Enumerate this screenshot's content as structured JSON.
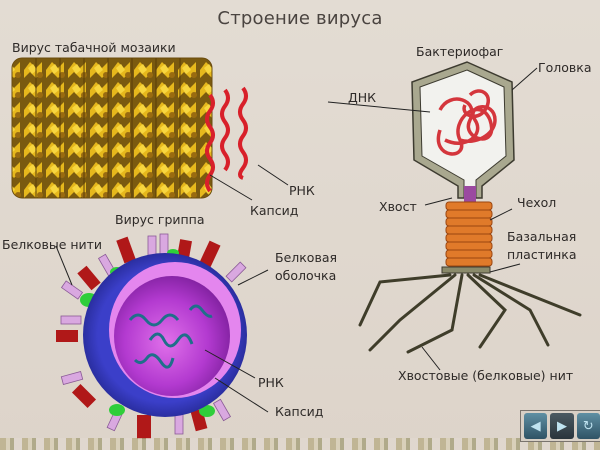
{
  "slide": {
    "title": "Строение вируса",
    "colors": {
      "background": "#e0d8cf",
      "text": "#2e2a28",
      "rna_red": "#d8202a",
      "capsid_gold": "#c99a12",
      "influenza_envelope": "#3b3fc9",
      "influenza_inner": "#c23fd6",
      "phage_sheath": "#e07a2a",
      "phage_head": "#a9a88f"
    }
  },
  "tmv": {
    "heading": "Вирус табачной мозаики",
    "labels": {
      "rna": "РНК",
      "capsid": "Капсид"
    }
  },
  "influenza": {
    "heading": "Вирус гриппа",
    "labels": {
      "protein_filaments": "Белковые нити",
      "envelope_line1": "Белковая",
      "envelope_line2": "оболочка",
      "rna": "РНК",
      "capsid": "Капсид"
    }
  },
  "phage": {
    "heading": "Бактериофаг",
    "labels": {
      "head": "Головка",
      "dna": "ДНК",
      "tail": "Хвост",
      "sheath": "Чехол",
      "baseplate_line1": "Базальная",
      "baseplate_line2": "пластинка",
      "tail_fibers": "Хвостовые (белковые) нит"
    }
  },
  "navigation": {
    "prev_icon": "◀",
    "next_icon": "▶",
    "replay_icon": "↻"
  }
}
